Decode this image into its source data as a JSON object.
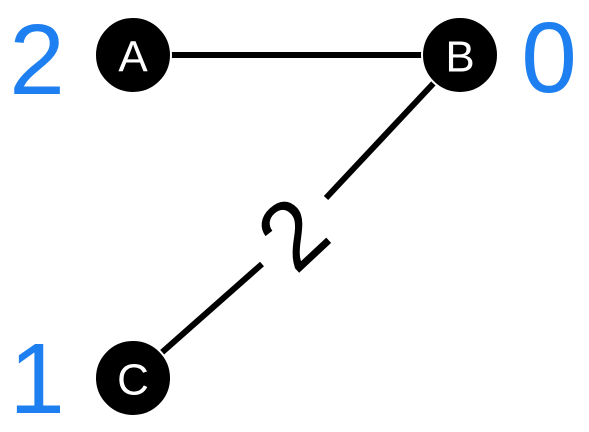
{
  "nodes": {
    "a": {
      "label": "A",
      "value": "2"
    },
    "b": {
      "label": "B",
      "value": "0"
    },
    "c": {
      "label": "C",
      "value": "1"
    }
  },
  "edges": {
    "a_b": {
      "from": "A",
      "to": "B",
      "weight": ""
    },
    "b_c": {
      "from": "B",
      "to": "C",
      "weight": "2"
    }
  },
  "colors": {
    "node_fill": "#000000",
    "node_label": "#ffffff",
    "value_text": "#1e7ff0",
    "edge": "#000000"
  }
}
